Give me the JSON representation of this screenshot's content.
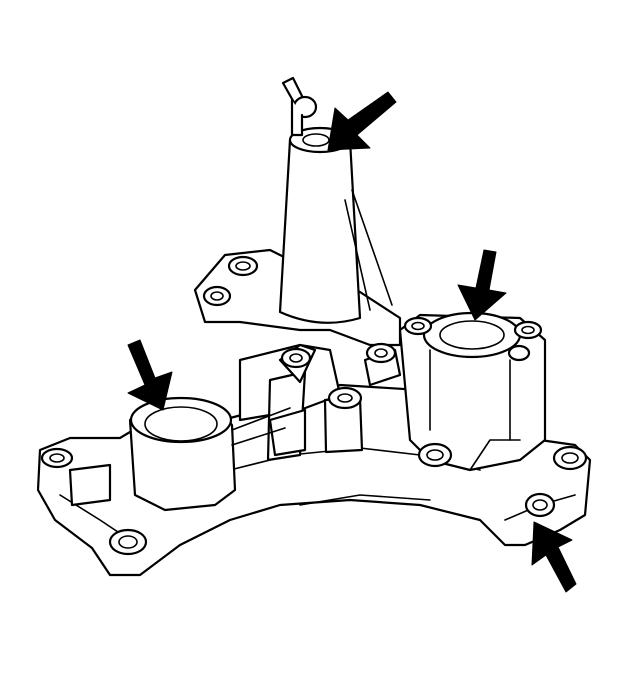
{
  "diagram": {
    "background_color": "#ffffff",
    "line_color": "#000000",
    "arrow_color": "#000000",
    "arrows": [
      {
        "id": "top-bore",
        "direction": "down-left"
      },
      {
        "id": "right-bore",
        "direction": "down"
      },
      {
        "id": "left-bore",
        "direction": "down"
      },
      {
        "id": "bottom-right-port",
        "direction": "up-left"
      }
    ]
  }
}
